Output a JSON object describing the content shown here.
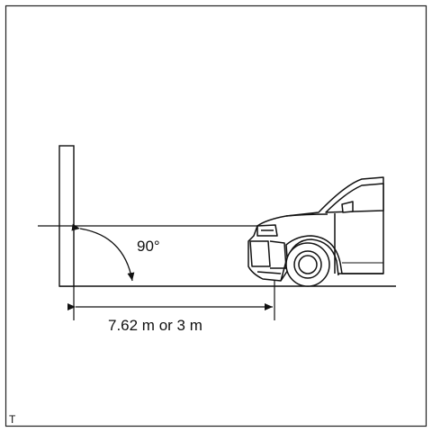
{
  "diagram": {
    "angle_label": "90°",
    "distance_label": "7.62 m or 3 m",
    "corner_mark": "T"
  }
}
